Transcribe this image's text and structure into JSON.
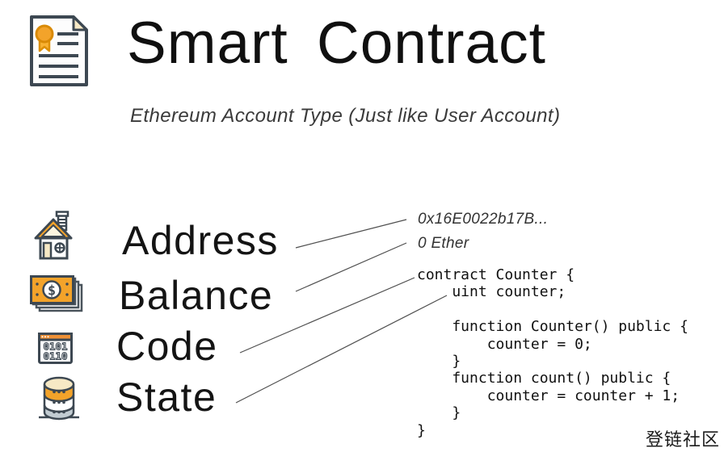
{
  "slide": {
    "title": "Smart Contract",
    "subtitle": "Ethereum Account Type (Just like User Account)",
    "watermark": "登链社区"
  },
  "properties": [
    {
      "label": "Address",
      "icon": "house-icon"
    },
    {
      "label": "Balance",
      "icon": "banknotes-icon"
    },
    {
      "label": "Code",
      "icon": "binary-window-icon"
    },
    {
      "label": "State",
      "icon": "database-icon"
    }
  ],
  "annotations": {
    "address_value": "0x16E0022b17B...",
    "balance_value": "0 Ether"
  },
  "code_block": {
    "language": "solidity",
    "lines": [
      "contract Counter {",
      "    uint counter;",
      "",
      "    function Counter() public {",
      "        counter = 0;",
      "    }",
      "    function count() public {",
      "        counter = counter + 1;",
      "    }",
      "}"
    ]
  },
  "icons": {
    "dollar_sign": "$",
    "binary_rows": [
      "0101",
      "0110"
    ]
  },
  "colors": {
    "outline": "#3d4852",
    "accent_orange": "#f3a32a",
    "cream": "#f7e9c5",
    "gray_band": "#c2ccd2",
    "text": "#141414",
    "connector": "#4f4f4f"
  }
}
